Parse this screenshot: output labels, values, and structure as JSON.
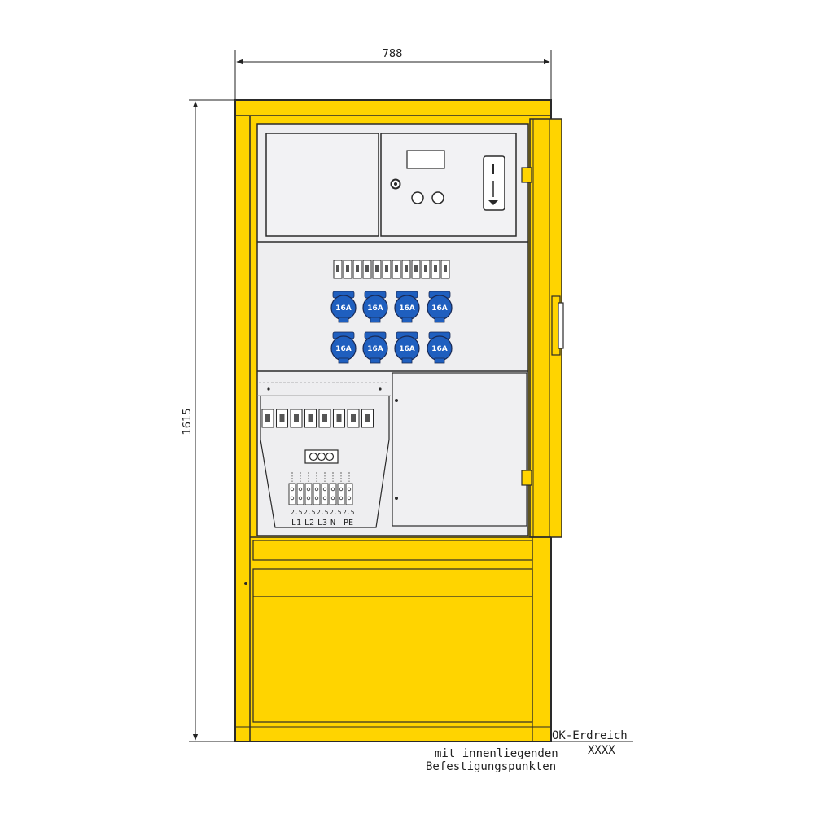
{
  "dimensions": {
    "width": "788",
    "height": "1615"
  },
  "ground_label": "OK-Erdreich",
  "ground_hatch": "XXXX",
  "note": {
    "line1": "mit innenliegenden",
    "line2": "Befestigungspunkten"
  },
  "sockets": {
    "rating": "16A",
    "count": 8,
    "color": "#1f5fbf"
  },
  "terminal_block": {
    "numbers": [
      "2.5",
      "2.5",
      "2.5",
      "2.5",
      "2.5"
    ],
    "labels": [
      "L1",
      "L2",
      "L3",
      "N",
      "PE"
    ]
  },
  "colors": {
    "housing": "#ffd400",
    "housing_stroke": "#2a2a2a",
    "panel": "#eeeef0",
    "socket": "#1f5fbf"
  }
}
